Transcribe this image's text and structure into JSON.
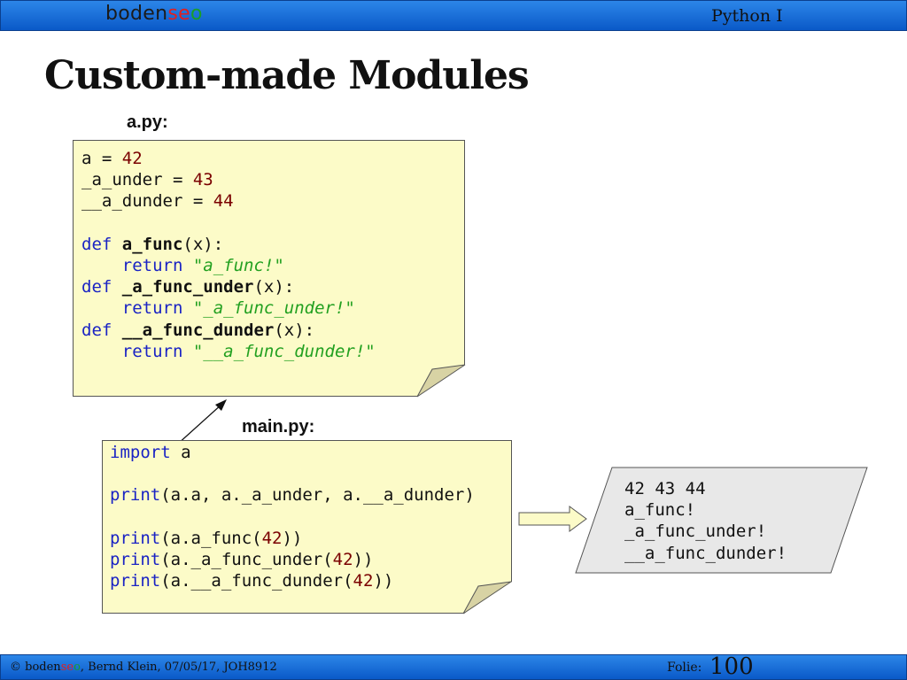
{
  "header": {
    "brand_parts": [
      "boden",
      "se",
      "o"
    ],
    "course": "Python I"
  },
  "slide": {
    "title": "Custom-made Modules"
  },
  "a_py": {
    "label": "a.py:",
    "lines": [
      [
        {
          "t": "a = "
        },
        {
          "t": "42",
          "c": "num"
        }
      ],
      [
        {
          "t": "_a_under = "
        },
        {
          "t": "43",
          "c": "num"
        }
      ],
      [
        {
          "t": "__a_dunder = "
        },
        {
          "t": "44",
          "c": "num"
        }
      ],
      [],
      [
        {
          "t": "def ",
          "c": "kw"
        },
        {
          "t": "a_func",
          "c": "fn"
        },
        {
          "t": "(x):"
        }
      ],
      [
        {
          "t": "    "
        },
        {
          "t": "return ",
          "c": "kw"
        },
        {
          "t": "\"a_func!\"",
          "c": "str"
        }
      ],
      [
        {
          "t": "def ",
          "c": "kw"
        },
        {
          "t": "_a_func_under",
          "c": "fn"
        },
        {
          "t": "(x):"
        }
      ],
      [
        {
          "t": "    "
        },
        {
          "t": "return ",
          "c": "kw"
        },
        {
          "t": "\"_a_func_under!\"",
          "c": "str"
        }
      ],
      [
        {
          "t": "def ",
          "c": "kw"
        },
        {
          "t": "__a_func_dunder",
          "c": "fn"
        },
        {
          "t": "(x):"
        }
      ],
      [
        {
          "t": "    "
        },
        {
          "t": "return ",
          "c": "kw"
        },
        {
          "t": "\"__a_func_dunder!\"",
          "c": "str"
        }
      ]
    ]
  },
  "main_py": {
    "label": "main.py:",
    "lines": [
      [
        {
          "t": "import ",
          "c": "kw"
        },
        {
          "t": "a"
        }
      ],
      [],
      [
        {
          "t": "print",
          "c": "kw"
        },
        {
          "t": "(a.a, a._a_under, a.__a_dunder)"
        }
      ],
      [],
      [
        {
          "t": "print",
          "c": "kw"
        },
        {
          "t": "(a.a_func("
        },
        {
          "t": "42",
          "c": "num"
        },
        {
          "t": "))"
        }
      ],
      [
        {
          "t": "print",
          "c": "kw"
        },
        {
          "t": "(a._a_func_under("
        },
        {
          "t": "42",
          "c": "num"
        },
        {
          "t": "))"
        }
      ],
      [
        {
          "t": "print",
          "c": "kw"
        },
        {
          "t": "(a.__a_func_dunder("
        },
        {
          "t": "42",
          "c": "num"
        },
        {
          "t": "))"
        }
      ]
    ]
  },
  "output": {
    "lines": [
      "42 43 44",
      "a_func!",
      "_a_func_under!",
      "__a_func_dunder!"
    ]
  },
  "footer": {
    "copyright_prefix": "© ",
    "brand_parts": [
      "boden",
      "se",
      "o"
    ],
    "author_info": ", Bernd Klein, 07/05/17, JOH8912",
    "folie_label": "Folie:",
    "folie_number": "100"
  },
  "colors": {
    "bar": "#1a6fde",
    "note_bg": "#fcfbc8",
    "keyword": "#1a23c4",
    "number": "#7a0000",
    "string": "#22a020"
  }
}
